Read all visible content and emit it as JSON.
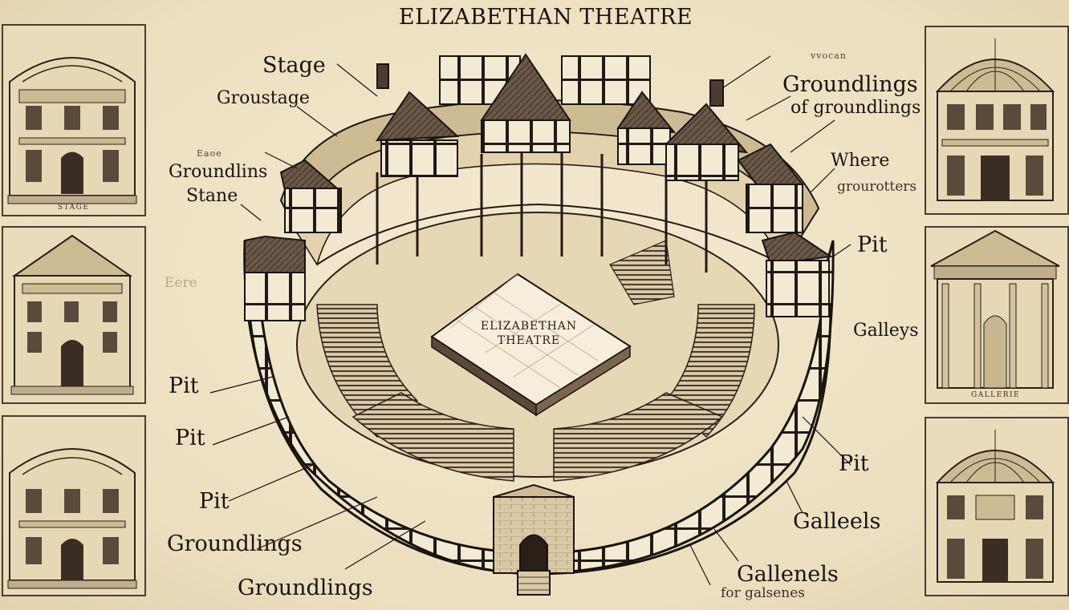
{
  "title": "ELIZABETHAN THEATRE",
  "stage_text": {
    "line1": "ELIZABETHAN",
    "line2": "THEATRE"
  },
  "labels": {
    "stage": "Stage",
    "groustage": "Groustage",
    "groundlins_small": "Eaoe",
    "groundlins": "Groundlins",
    "stane": "Stane",
    "eere": "Eere",
    "pit1": "Pit",
    "pit2": "Pit",
    "pit3": "Pit",
    "groundlings1": "Groundlings",
    "groundlings2": "Groundlings",
    "top_right_small": "vvocan",
    "groundlings_tr": "Groundlings",
    "of_groundlings": "of groundlings",
    "where": "Where",
    "grourotters": "grourotters",
    "pit_right": "Pit",
    "galleys": "Galleys",
    "pit_right2": "Pit",
    "galleels": "Galleels",
    "gallenels": "Gallenels",
    "for_galsenes": "for galsenes"
  },
  "panel_captions": {
    "left_top": "STAGE",
    "right_mid": "GALLERIE"
  },
  "colors": {
    "paper": "#efe3c6",
    "ink": "#1a1410",
    "wall_light": "#f3ead4",
    "timber": "#231a14",
    "roof": "#5a4a3c"
  }
}
